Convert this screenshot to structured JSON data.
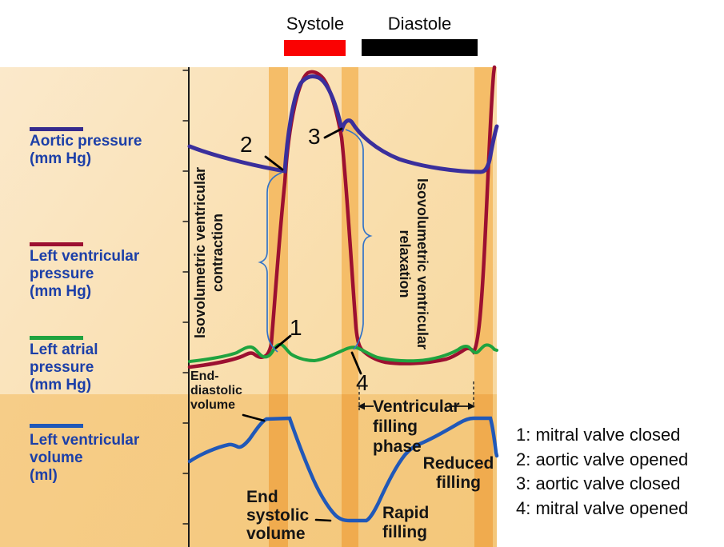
{
  "header": {
    "systole": "Systole",
    "diastole": "Diastole"
  },
  "legend": {
    "items": [
      {
        "name": "aortic-pressure",
        "lines": [
          "Aortic pressure",
          "(mm Hg)"
        ],
        "color": "#352a8e"
      },
      {
        "name": "lv-pressure",
        "lines": [
          "Left ventricular",
          "pressure",
          "(mm Hg)"
        ],
        "color": "#9c1031"
      },
      {
        "name": "la-pressure",
        "lines": [
          "Left atrial",
          "pressure",
          "(mm Hg)"
        ],
        "color": "#1fa33f"
      },
      {
        "name": "lv-volume",
        "lines": [
          "Left ventricular",
          "volume",
          "(ml)"
        ],
        "color": "#2058b8"
      }
    ]
  },
  "chart": {
    "iso_contraction": {
      "line1": "Isovolumetric ventricular",
      "line2": "contraction"
    },
    "iso_relaxation": {
      "line1": "Isovolumetric ventricular",
      "line2": "relaxation"
    },
    "points": {
      "p1": "1",
      "p2": "2",
      "p3": "3",
      "p4": "4"
    },
    "edv": {
      "line1": "End-",
      "line2": "diastolic",
      "line3": "volume"
    },
    "esv": {
      "line1": "End",
      "line2": "systolic",
      "line3": "volume"
    },
    "vfp": {
      "line1": "Ventricular",
      "line2": "filling",
      "line3": "phase"
    },
    "rapid": {
      "line1": "Rapid",
      "line2": "filling"
    },
    "reduced": {
      "line1": "Reduced",
      "line2": "filling"
    }
  },
  "key": {
    "line1": "1: mitral valve closed",
    "line2": "2: aortic valve opened",
    "line3": "3: aortic valve closed",
    "line4": "4: mitral valve opened"
  },
  "colors": {
    "aortic_curve": "#3a2f9c",
    "lv_pressure_curve": "#9c1031",
    "la_pressure_curve": "#1fa33f",
    "lv_volume_curve": "#2058b8",
    "brace": "#3273c8",
    "systole_bar": "#fa0202",
    "diastole_bar": "#000000",
    "legend_text": "#1c3fa8",
    "bg_upper": "#f9ddaa",
    "bg_lower": "#f5c97e",
    "band_upper": "#f5bd68",
    "band_lower": "#f0ab4e",
    "axis": "#1a1a1a"
  }
}
